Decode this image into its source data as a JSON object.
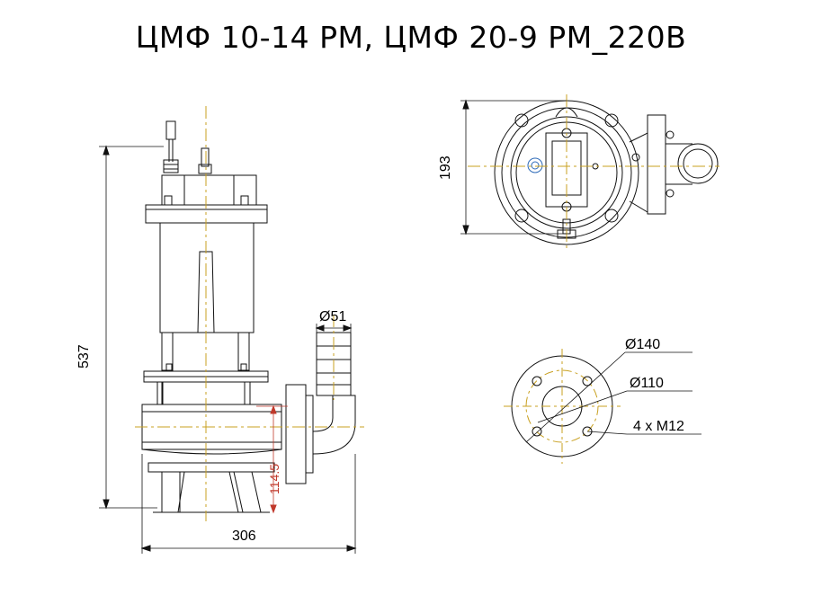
{
  "title": "ЦМФ 10-14 РМ, ЦМФ 20-9 РМ_220В",
  "dimensions": {
    "height": "537",
    "width": "306",
    "top_view_depth": "193",
    "outlet_diameter": "Ø51",
    "impeller_offset": "114.5",
    "flange_outer": "Ø140",
    "flange_bolt_circle": "Ø110",
    "flange_bolts": "4 x M12"
  },
  "colors": {
    "line": "#111111",
    "red_dimension": "#c0392b",
    "centerline": "#c8a020"
  }
}
